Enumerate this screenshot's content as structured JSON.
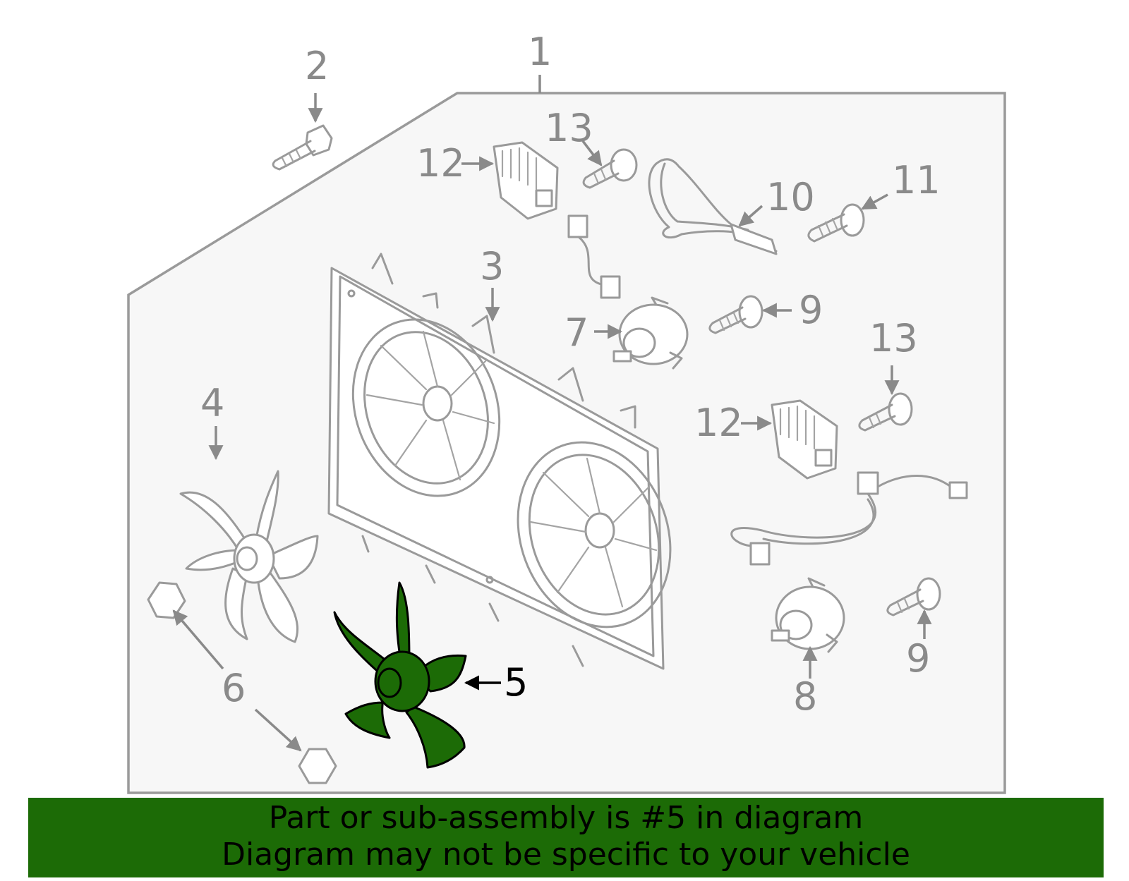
{
  "callouts": {
    "c1": "1",
    "c2": "2",
    "c3": "3",
    "c4": "4",
    "c5": "5",
    "c6": "6",
    "c7": "7",
    "c8": "8",
    "c9a": "9",
    "c9b": "9",
    "c10": "10",
    "c11": "11",
    "c12a": "12",
    "c12b": "12",
    "c13a": "13",
    "c13b": "13"
  },
  "highlight": {
    "part_number": "5",
    "color": "#1c6b06"
  },
  "colors": {
    "outline": "#9a9a9a",
    "panel": "#f7f7f7",
    "banner": "#1c6b06"
  },
  "banner": {
    "line1": "Part or sub-assembly is #5 in diagram",
    "line2": "Diagram may not be specific to your vehicle"
  }
}
